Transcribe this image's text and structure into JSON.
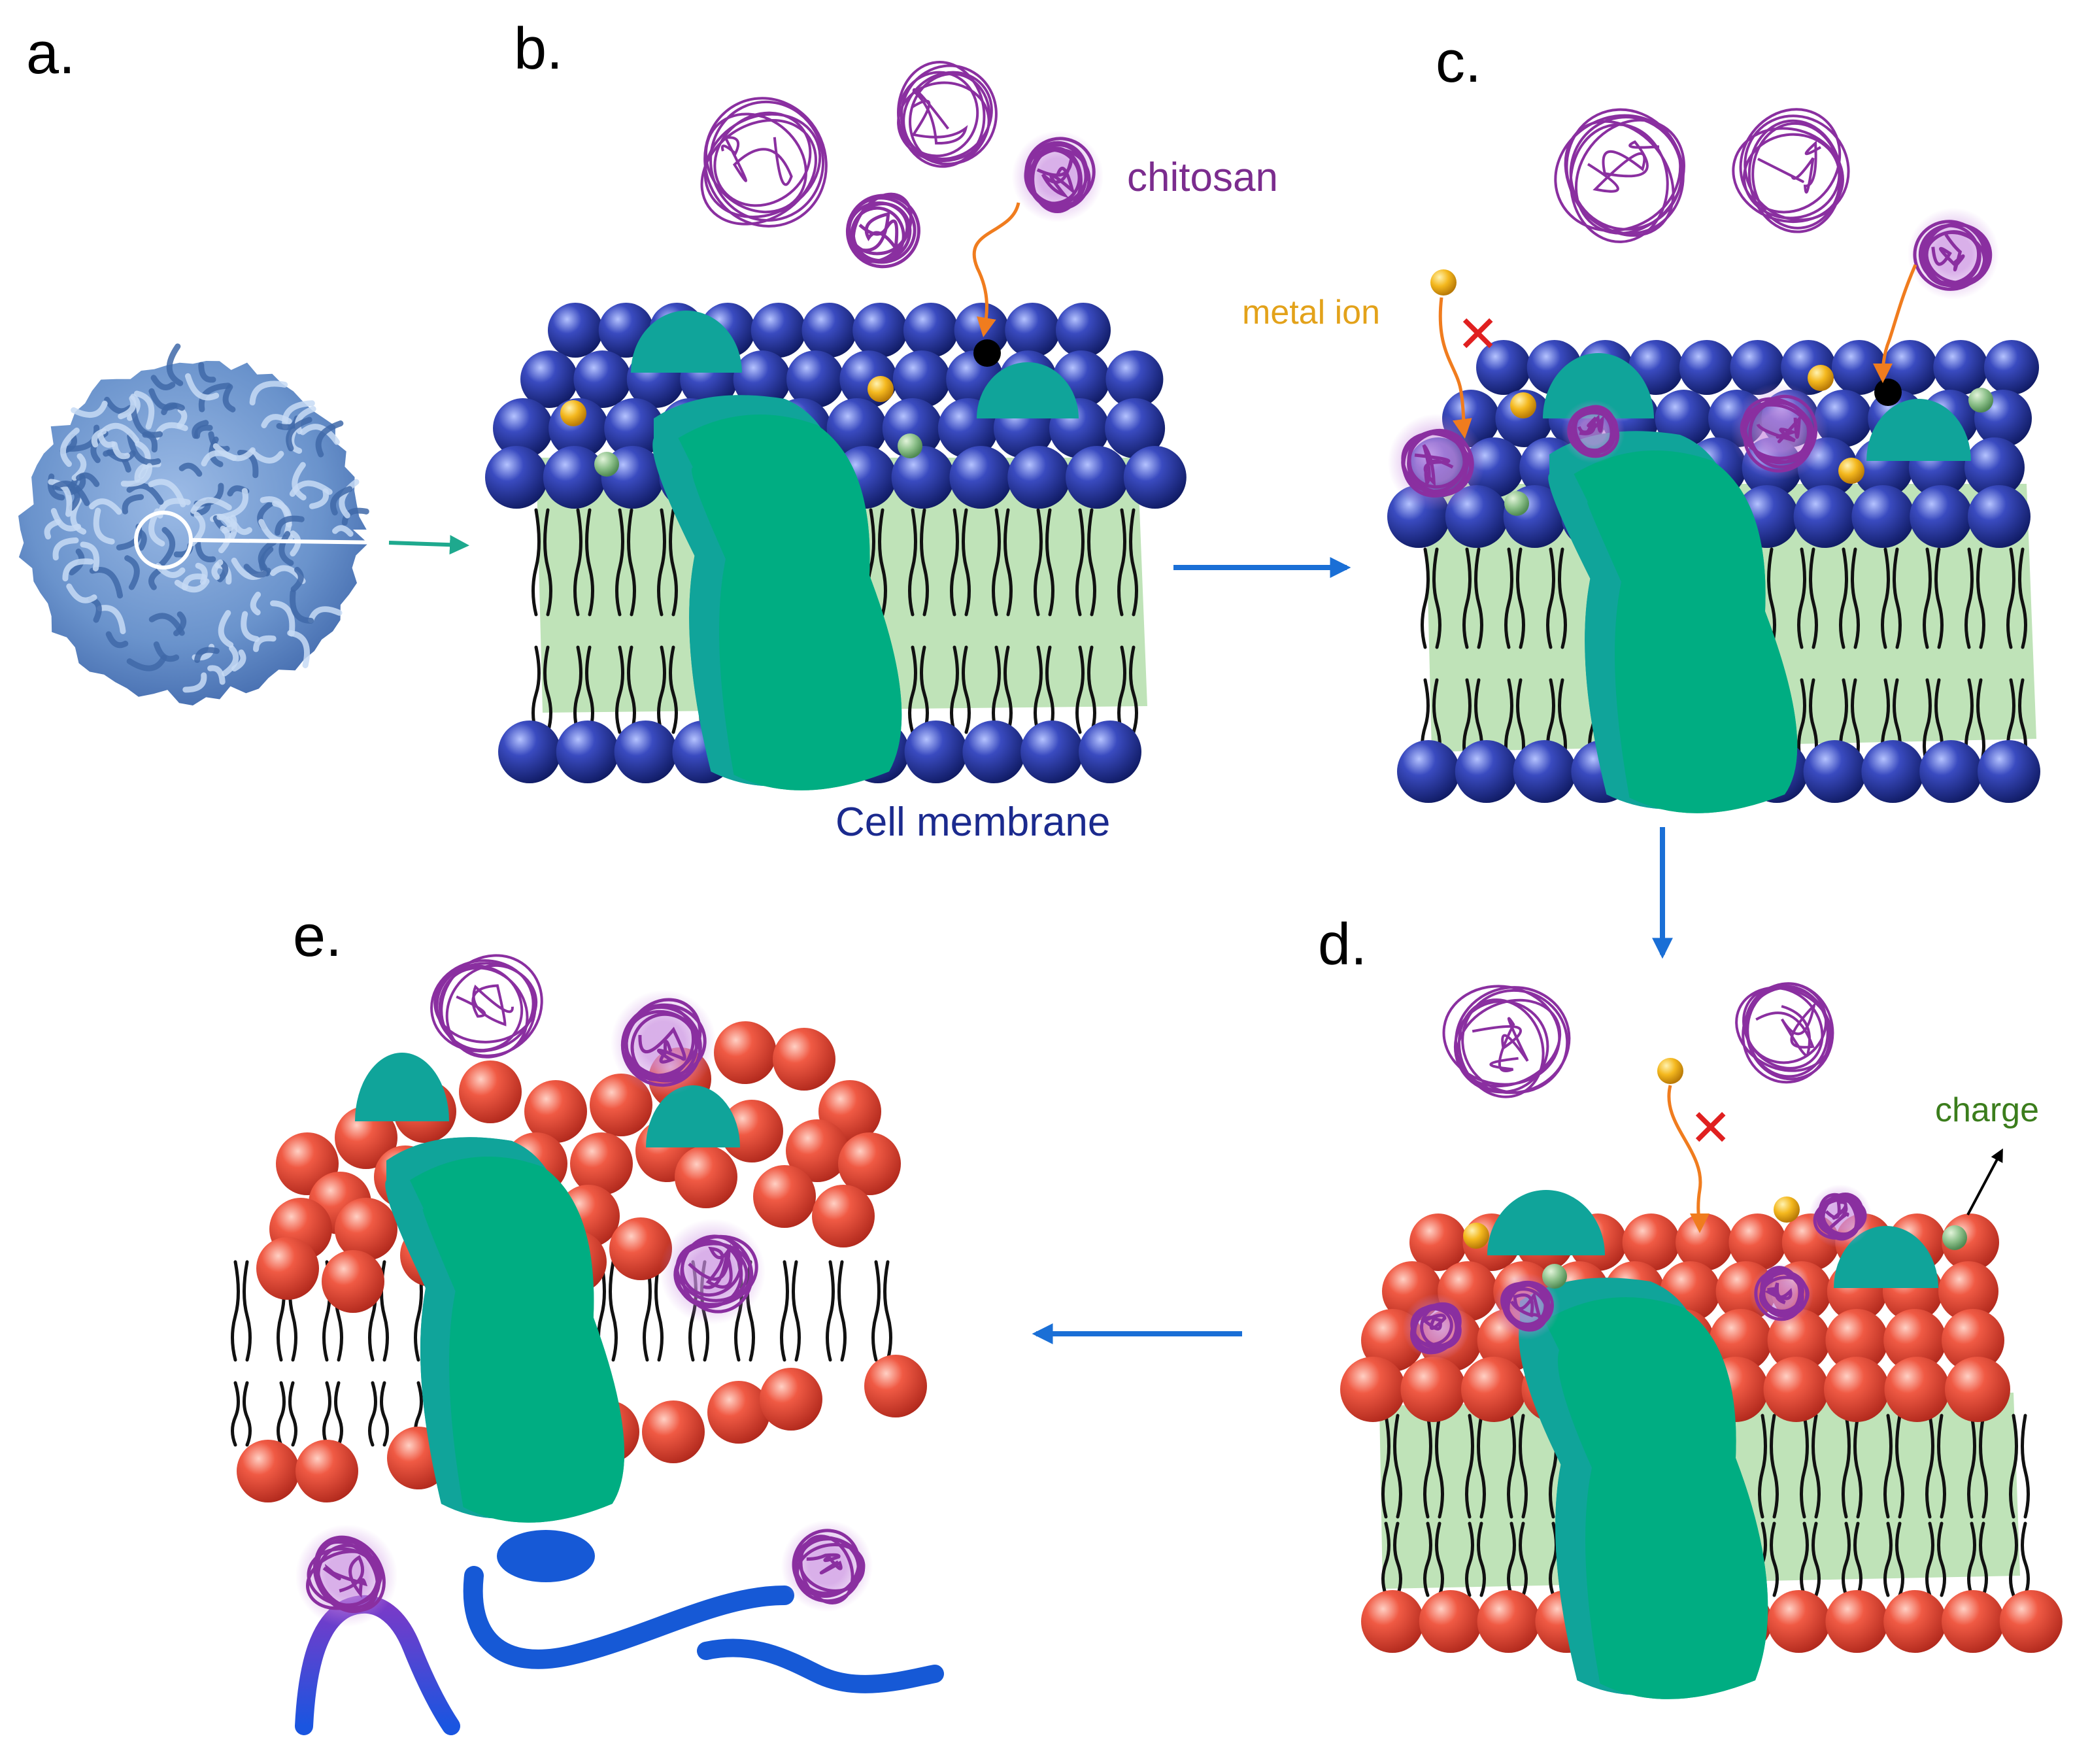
{
  "panels": {
    "a": "a.",
    "b": "b.",
    "c": "c.",
    "d": "d.",
    "e": "e."
  },
  "labels": {
    "chitosan": "chitosan",
    "metal_ion": "metal ion",
    "cell_membrane": "Cell membrane",
    "charge": "charge",
    "blocked_mark": "✕"
  },
  "colors": {
    "head_blue": "#2a3a9e",
    "head_red": "#e8463a",
    "lipid_core": "#bfe3b8",
    "protein": "#00ad82",
    "protein_dark": "#10a49a",
    "chitosan": "#8a2fa0",
    "chitosan_text": "#7b2c8e",
    "metal_ion": "#f2b01e",
    "metal_text": "#e3a21a",
    "charge_text": "#3b7d1c",
    "membrane_text": "#1b2a8e",
    "flow_arrow": "#1a6fd6",
    "connector": "#f07c1e",
    "blocked": "#e02020",
    "cell": "#6f9ad0",
    "debris": "#1659d6"
  }
}
